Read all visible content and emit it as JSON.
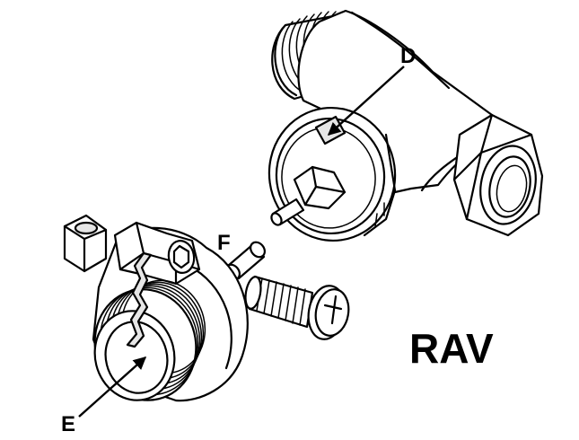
{
  "labels": {
    "d": "D",
    "e": "E",
    "f": "F",
    "title": "RAV"
  },
  "colors": {
    "ink": "#000000",
    "background": "#ffffff",
    "shade": "#e6e6e6"
  }
}
